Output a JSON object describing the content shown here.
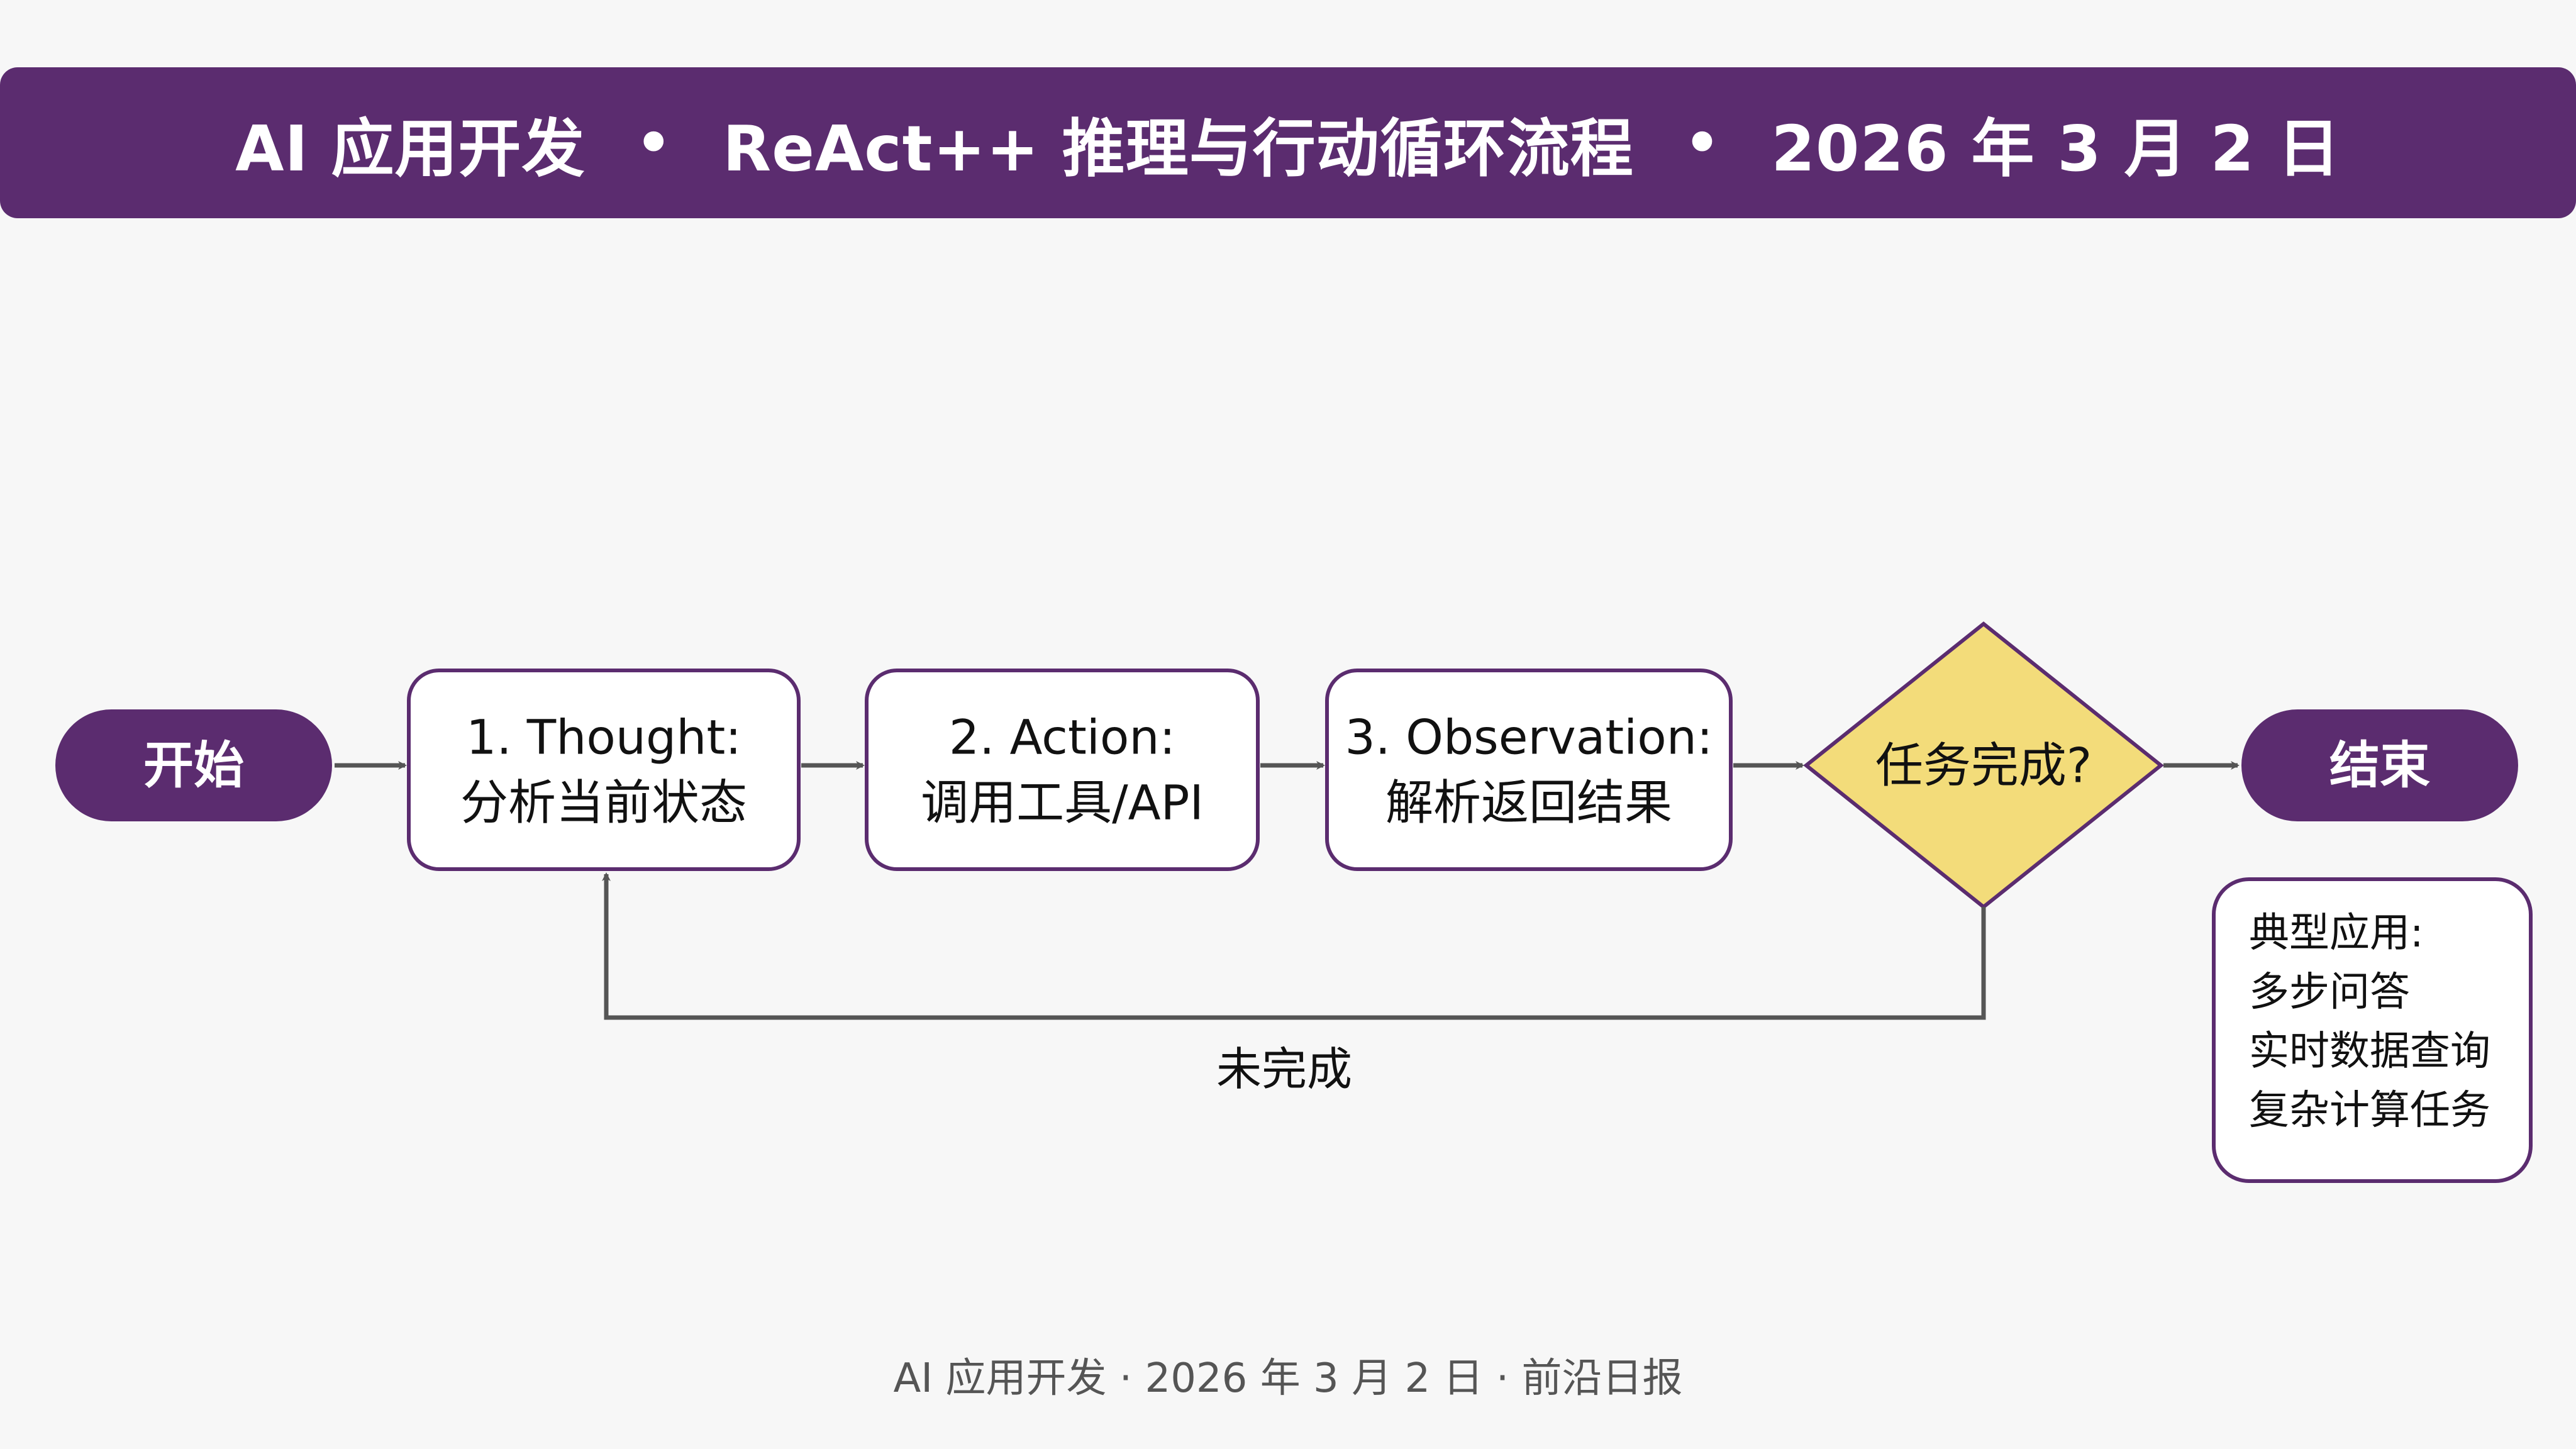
{
  "header": {
    "part1": "AI 应用开发",
    "sep1": "•",
    "part2": "ReAct++ 推理与行动循环流程",
    "sep2": "•",
    "part3": "2026 年 3 月 2 日"
  },
  "flow": {
    "start": "开始",
    "thought_line1": "1. Thought:",
    "thought_line2": "分析当前状态",
    "action_line1": "2. Action:",
    "action_line2": "调用工具/API",
    "observation_line1": "3. Observation:",
    "observation_line2": "解析返回结果",
    "decision": "任务完成?",
    "end": "结束",
    "loop_label": "未完成"
  },
  "note": {
    "line1": "典型应用:",
    "line2": "多步问答",
    "line3": "实时数据查询",
    "line4": "复杂计算任务"
  },
  "colors": {
    "purple": "#5b2c6f",
    "decision_fill": "#f3dc7a",
    "arrow": "#555555"
  },
  "footer": {
    "text": "AI 应用开发 · 2026 年 3 月 2 日 · 前沿日报"
  }
}
